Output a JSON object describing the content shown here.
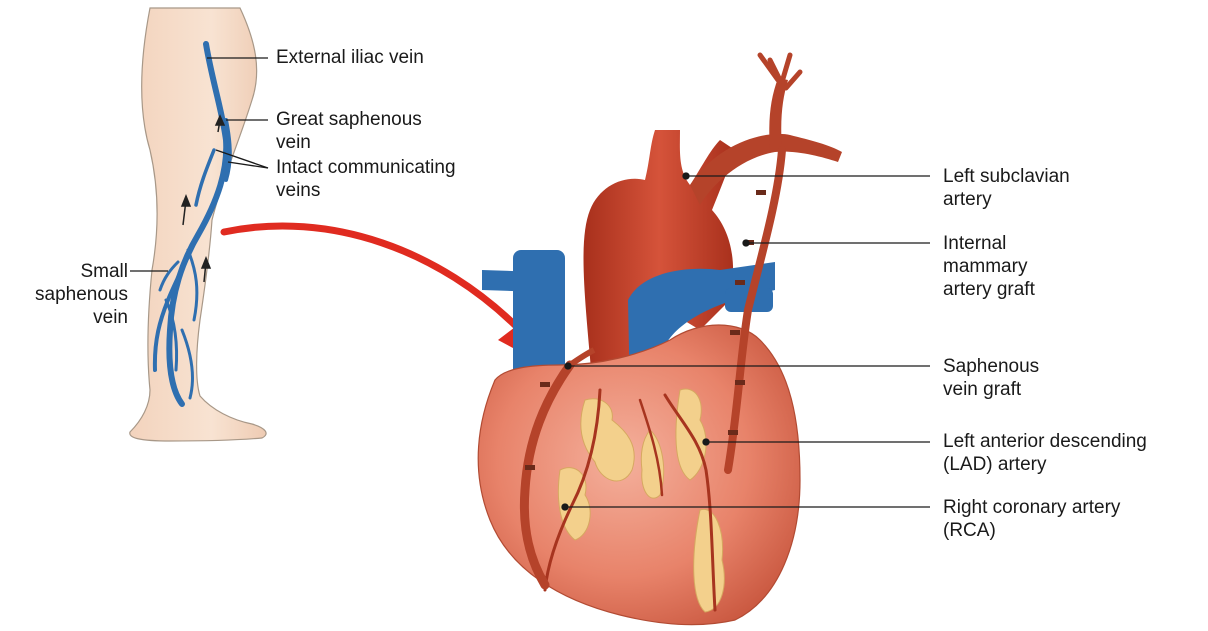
{
  "labels": {
    "external_iliac": [
      "External iliac vein"
    ],
    "great_saphenous": [
      "Great saphenous",
      "vein"
    ],
    "intact_communicating": [
      "Intact communicating",
      "veins"
    ],
    "small_saphenous": [
      "Small",
      "saphenous",
      "vein"
    ],
    "left_subclavian": [
      "Left subclavian",
      "artery"
    ],
    "internal_mammary": [
      "Internal",
      "mammary",
      "artery graft"
    ],
    "saphenous_graft": [
      "Saphenous",
      "vein graft"
    ],
    "lad": [
      "Left anterior descending",
      "(LAD) artery"
    ],
    "rca": [
      "Right coronary artery",
      "(RCA)"
    ]
  },
  "colors": {
    "skin": "#f6dcc6",
    "skin_outline": "#a89888",
    "vein": "#2f6fb0",
    "aorta": "#c9432a",
    "vessel_graft": "#b5432a",
    "heart": "#e8836a",
    "fat": "#f3d08c",
    "arrow": "#e02b20",
    "leader": "#1a1a1a"
  },
  "icons": [
    "leg-illustration",
    "heart-illustration",
    "harvest-arrow"
  ]
}
